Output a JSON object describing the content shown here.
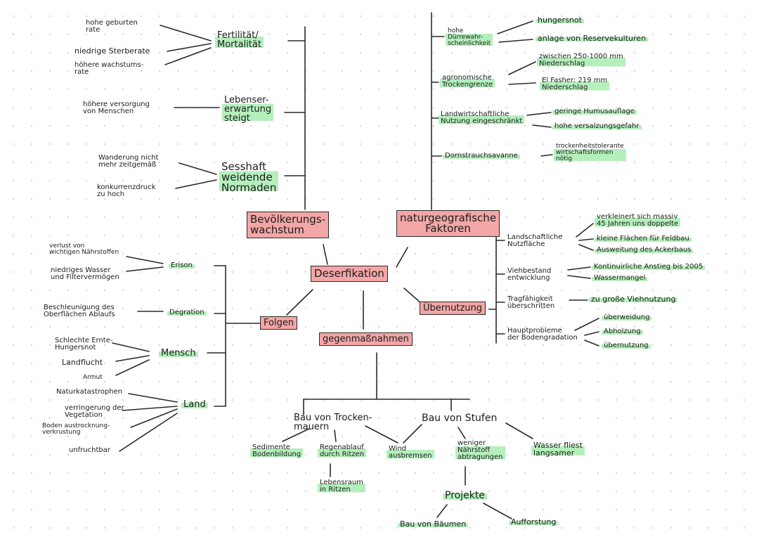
{
  "center": "Deserfikation",
  "boxes": {
    "bevoelkerung": "Bevölkerungs-\nwachstum",
    "natur": "naturgeografische\nFaktoren",
    "folgen": "Folgen",
    "uebernutzung": "Übernutzung",
    "gegen": "gegenmaßnahmen"
  },
  "bevoelkerung": {
    "fertilitaet": "Fertilität/\nMortalität",
    "lebens": "Lebenser-\nerwartung\nsteigt",
    "sesshaft": "Sesshaft\nweidende\nNormaden",
    "leaves": {
      "geburten": "hohe geburten\nrate",
      "sterberate": "niedrige Sterberate",
      "wachstum": "höhere wachstums-\nrate",
      "versorgung": "höhere versorgung\nvon Menschen",
      "wanderung": "Wanderung nicht\nmehr zeitgemäß",
      "konkurrenz": "konkurrenzdruck\nzu hoch"
    }
  },
  "natur": {
    "duerre": "hohe\nDürrewahr-\nscheinlichkeit",
    "hungersnot": "hungersnot",
    "reserve": "anlage von Reservekulturen",
    "agro": "agronomische\nTrockengrenze",
    "zwischen": "zwischen 250-1000 mm\nNiederschlag",
    "elfasher": "El Fasher: 219 mm\nNiederschlag",
    "landwirt": "Landwirtschaftliche\nNutzung eingeschränkt",
    "humus": "geringe Humusauflage",
    "versalzung": "hohe versalzungsgefahr",
    "dornstrauch": "Dornstrauchsavanne",
    "trocken": "trockenheitstolerante\nwirtschaftsformen\nnötig"
  },
  "uebernutzung": {
    "nutzflaeche": "Landschaftliche\nNutzfläche",
    "verkleinert": "verkleinert sich massiv\n45 Jahren uns doppelte",
    "kleine": "kleine Flächen für Feldbau",
    "ausweitung": "Ausweitung des Ackerbaus",
    "vieh": "Viehbestand\nentwicklung",
    "anstieg": "Kontinuirliche Anstieg bis 2005",
    "wasser": "Wassermangel",
    "trag": "Tragfähigkeit\nüberschritten",
    "grosse": "zu große Viehnutzung",
    "haupt": "Hauptprobleme\nder Bodengradation",
    "weidung": "überweidung",
    "abholzung": "Abholzung",
    "unutz": "übernutzung"
  },
  "folgen": {
    "erison": "Erison",
    "degration": "Degration",
    "mensch": "Mensch",
    "land": "Land",
    "verlust": "verlust von\nwichtigen Nährstoffen",
    "niedriges": "niedriges Wasser\nund Filtervermögen",
    "beschleunigung": "Beschleunigung des\nOberflächen Ablaufs",
    "ernte": "Schlechte Ernte-\nHungersnot",
    "landflucht": "Landflucht",
    "armut": "Armut",
    "natur": "Naturkatastrophen",
    "vegetation": "verringerung der\nVegetation",
    "austrock": "Boden austrocknung-\nverkrustung",
    "unfrucht": "unfruchtbar"
  },
  "gegen": {
    "trockenmauern": "Bau von Trocken-\nmauern",
    "stufen": "Bau von Stufen",
    "sedimente": "Sedimente\nBodenbildung",
    "regen": "Regenablauf\ndurch Ritzen",
    "wind": "Wind\nausbremsen",
    "lebensraum": "Lebensraum\nin Ritzen",
    "weniger": "weniger\nNährstoff\nabtragungen",
    "wasser": "Wasser fliest\nlangsamer",
    "projekte": "Projekte",
    "baeume": "Bau von Bäumen",
    "aufforstung": "Aufforstung"
  }
}
